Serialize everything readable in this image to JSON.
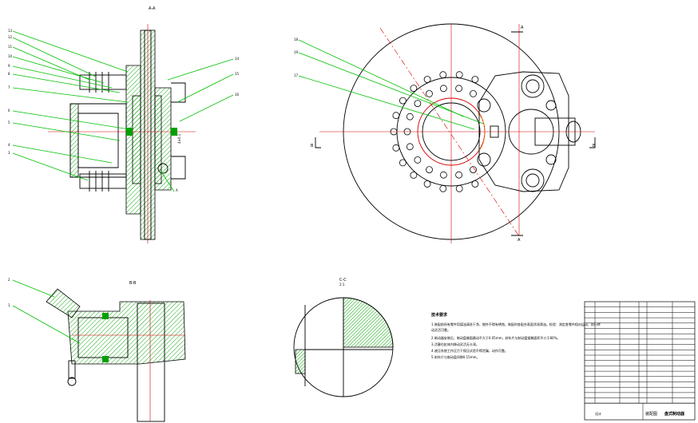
{
  "views": {
    "aa": {
      "title": "A-A"
    },
    "bb": {
      "title": "B-B"
    },
    "cc": {
      "title": "C-C",
      "scale": "2:1"
    }
  },
  "section_marks": {
    "a_top": "A",
    "a_bottom": "A",
    "b_left": "B",
    "b_right": "B"
  },
  "balloons_aa": [
    "13",
    "12",
    "11",
    "10",
    "9",
    "8",
    "7",
    "6",
    "5",
    "4",
    "3"
  ],
  "balloons_aa_right": [
    "14",
    "15",
    "16"
  ],
  "balloons_plan": [
    "18",
    "19",
    "17"
  ],
  "balloons_bb": [
    "2",
    "1"
  ],
  "dims": {
    "cc_label": "C-C",
    "aa_dim": "4±0.1"
  },
  "notes": {
    "title": "技术要求",
    "lines": [
      "1.装配前所有零件用煤油清洗干净，钢件不得有锈蚀，装配时各配合表面涂润滑油。检验：测定各零件相对运动，执行转",
      "  动灵活可靠。",
      "2.制动器安装后，制动盘端面跳动不大于0.05mm，刹车片与制动盘接触面积不小于80%。",
      "3.活塞在缸体内移动灵活无卡滞。",
      "4.液压系统工作压力下保压试验不得泄漏，动作可靠。",
      "5.刹车片与制动盘间隙0.15mm。"
    ]
  },
  "title_block": {
    "drawing_name": "盘式制动器",
    "school": "装配图",
    "company": "设计"
  },
  "colors": {
    "outline": "#000000",
    "leader": "#00c000",
    "center": "#d40000",
    "hatch": "#00a000"
  }
}
